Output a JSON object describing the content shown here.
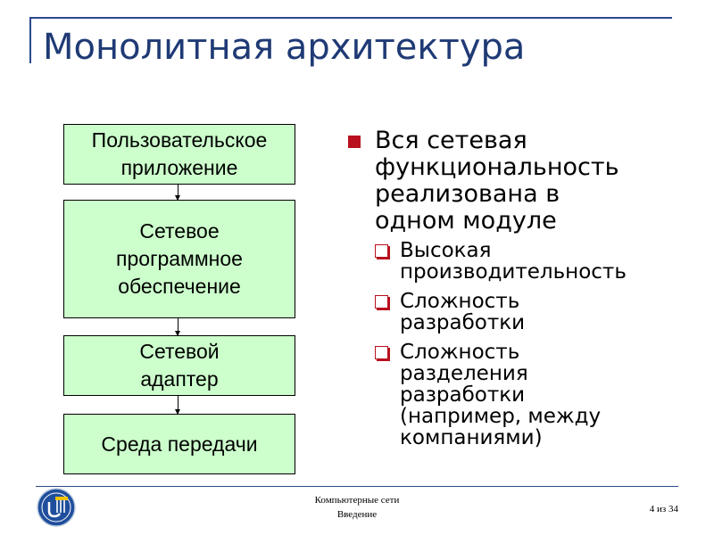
{
  "slide": {
    "title": "Монолитная архитектура"
  },
  "diagram": {
    "boxes": [
      "Пользовательское\nприложение",
      "Сетевое\nпрограммное\nобеспечение",
      "Сетевой\nадаптер",
      "Среда передачи"
    ]
  },
  "bullets": {
    "main": "Вся сетевая\nфункциональность\nреализована в\nодном модуле",
    "sub": [
      "Высокая\nпроизводительность",
      "Сложность\nразработки",
      "Сложность\nразделения\nразработки\n(например, между\nкомпаниями)"
    ]
  },
  "footer": {
    "course": "Компьютерные сети",
    "section": "Введение",
    "page": "4 из 34"
  },
  "colors": {
    "title": "#1f3a75",
    "box_fill": "#ccffcc",
    "bullet": "#b8101e"
  }
}
